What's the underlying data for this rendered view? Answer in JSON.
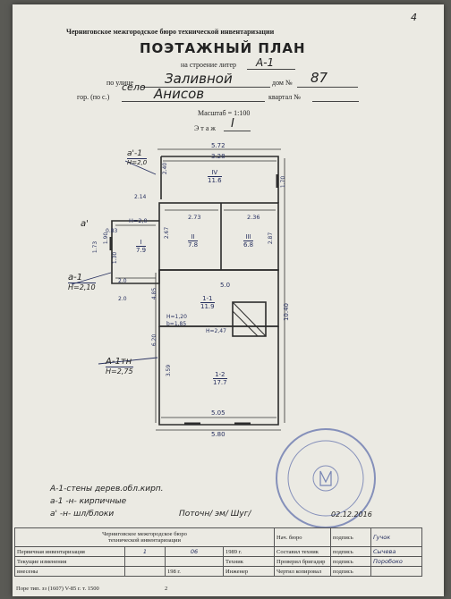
{
  "page_number": "4",
  "header": {
    "bureau": "Черниговское межгородское бюро технической инвентаризации",
    "title": "ПОЭТАЖНЫЙ ПЛАН",
    "structure_label": "на строение литер",
    "structure_value": "А-1",
    "street_label": "по улице",
    "street_value": "Заливной",
    "house_label": "дом №",
    "house_value": "87",
    "city_label": "гор. (по с.)",
    "city_prefix": "село",
    "city_value": "Анисов",
    "apt_label": "квартал №",
    "scale": "Масштаб = 1:100",
    "floor_label": "Этаж",
    "floor_value": "I"
  },
  "plan": {
    "dims": {
      "total_width": "5.72",
      "r1_width": "3.28",
      "left_strip": "2.40",
      "r4_height": "1.70",
      "small_a": "2.14",
      "r2_width": "2.73",
      "r3_width": "2.36",
      "h_inner": "Н=2,0",
      "r2_height": "2.67",
      "r3_height": "2.87",
      "r5_height": "1.90",
      "r5_w": "0.83",
      "r5_side": "1.30",
      "r5_inner": "1.73",
      "r5_bottom_l": "2.0",
      "r5_bottom_r": "2.0",
      "mid_width": "5.0",
      "right_height": "10.40",
      "h_side_left": "4.85",
      "h_mid": "Н=1,20",
      "h_mid2": "Н=2,47",
      "h_mid3": "b=1,85",
      "lower_left": "6.20",
      "r12_height": "3.59",
      "bottom_inner": "5.05",
      "bottom_total": "5.80"
    },
    "rooms": [
      {
        "num": "IV",
        "area": "11.6"
      },
      {
        "num": "II",
        "area": "7.8"
      },
      {
        "num": "III",
        "area": "6.8"
      },
      {
        "num": "I",
        "area": "7.9"
      },
      {
        "num": "1-1",
        "area": "11.9"
      },
      {
        "num": "1-2",
        "area": "17.7"
      }
    ],
    "litera_labels": [
      {
        "text": "а'-1",
        "h": "Н=2,0"
      },
      {
        "text": "а'",
        "h": ""
      },
      {
        "text": "а-1",
        "h": "Н=2,10"
      },
      {
        "text": "А-1тн",
        "h": "Н=2,75"
      }
    ]
  },
  "notes": {
    "line1": "А-1-стены дерев.обл.кирп.",
    "line2": "а-1  -н-   кирпичные",
    "line3": "а' -н-   шл/блоки",
    "signature": "Поточн/ эм/ Шуг/",
    "date": "02.12.2016"
  },
  "stamp": {
    "line1": "Черниговское межгородское бюро",
    "line2": "технической инвентаризации",
    "row1_label": "Первичная инвентаризация",
    "row1_day": "1",
    "row1_month": "06",
    "row1_year": "1989 г.",
    "row2_label": "Текущие изменения",
    "row3_label": "внесены",
    "row3_year": "198   г.",
    "col_tech": "Техник",
    "col_eng": "Инженер",
    "col_head": "Нач. бюро",
    "col_comp": "Составил техник",
    "col_check": "Проверил бригадир",
    "col_draw": "Чертил копировал",
    "sign_word": "подпись",
    "sign1": "Гучок",
    "sign2": "Сычева",
    "sign3": "Поробоко",
    "footer": "Поре тип. зз (1607) V-85 г. т. 1500",
    "footer_num": "2"
  }
}
